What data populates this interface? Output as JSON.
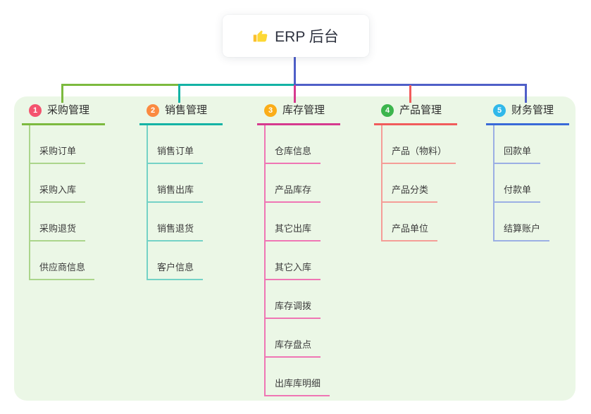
{
  "root": {
    "label": "ERP 后台",
    "icon": "thumbs-up-icon"
  },
  "colors": {
    "canvas_bg": "#ffffff",
    "panel_bg": "#ebf7e6",
    "trunk": "#4f5fc8",
    "title_text": "#2e2e2e",
    "child_text": "#3c3c3c"
  },
  "branches": [
    {
      "num": "1",
      "label": "采购管理",
      "badge_color": "#f4536e",
      "accent": "#7cba3f",
      "child_line": "#abd58b",
      "children": [
        "采购订单",
        "采购入库",
        "采购退货",
        "供应商信息"
      ]
    },
    {
      "num": "2",
      "label": "销售管理",
      "badge_color": "#fb8a41",
      "accent": "#14b3a5",
      "child_line": "#74d2c6",
      "children": [
        "销售订单",
        "销售出库",
        "销售退货",
        "客户信息"
      ]
    },
    {
      "num": "3",
      "label": "库存管理",
      "badge_color": "#fbad18",
      "accent": "#d63a8f",
      "child_line": "#ef76b4",
      "children": [
        "仓库信息",
        "产品库存",
        "其它出库",
        "其它入库",
        "库存调拨",
        "库存盘点",
        "出库库明细"
      ]
    },
    {
      "num": "4",
      "label": "产品管理",
      "badge_color": "#3cb54d",
      "accent": "#f15c5c",
      "child_line": "#f59d97",
      "children": [
        "产品（物料）",
        "产品分类",
        "产品单位"
      ]
    },
    {
      "num": "5",
      "label": "财务管理",
      "badge_color": "#30b8ea",
      "accent": "#3a6ad8",
      "child_line": "#9bafe4",
      "children": [
        "回款单",
        "付款单",
        "结算账户"
      ]
    }
  ]
}
